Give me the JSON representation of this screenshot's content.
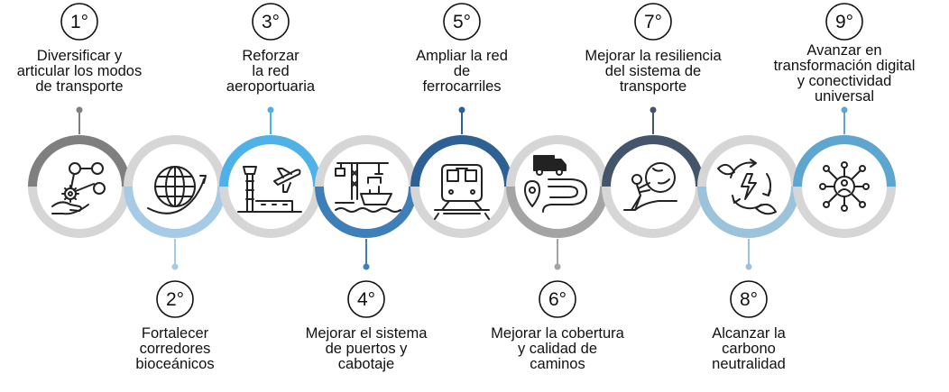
{
  "steps": [
    {
      "number": "1°",
      "label": [
        "Diversificar y",
        "articular los modos",
        "de transporte"
      ],
      "color": "#7f7f7f",
      "icon": "gear-network-hand-icon"
    },
    {
      "number": "2°",
      "label": [
        "Fortalecer",
        "corredores",
        "bioceánicos"
      ],
      "color": "#a6cbe7",
      "icon": "globe-arrow-icon"
    },
    {
      "number": "3°",
      "label": [
        "Reforzar",
        "la red",
        "aeroportuaria"
      ],
      "color": "#4eb1e8",
      "icon": "airport-tower-plane-icon"
    },
    {
      "number": "4°",
      "label": [
        "Mejorar el sistema",
        "de puertos y",
        "cabotaje"
      ],
      "color": "#3f7fb8",
      "icon": "port-crane-ship-icon"
    },
    {
      "number": "5°",
      "label": [
        "Ampliar la red",
        "de",
        "ferrocarriles"
      ],
      "color": "#2e6193",
      "icon": "train-icon"
    },
    {
      "number": "6°",
      "label": [
        "Mejorar la cobertura",
        "y calidad de",
        "caminos"
      ],
      "color": "#a4a4a4",
      "icon": "truck-road-pin-icon"
    },
    {
      "number": "7°",
      "label": [
        "Mejorar la resiliencia",
        "del sistema de",
        "transporte"
      ],
      "color": "#44546a",
      "icon": "person-pushing-boulder-icon"
    },
    {
      "number": "8°",
      "label": [
        "Alcanzar la",
        "carbono",
        "neutralidad"
      ],
      "color": "#9cc3dc",
      "icon": "recycle-leaf-energy-icon"
    },
    {
      "number": "9°",
      "label": [
        "Avanzar en",
        "transformación digital",
        "y conectividad",
        "universal"
      ],
      "color": "#5ea5cf",
      "icon": "digital-network-person-icon"
    }
  ]
}
